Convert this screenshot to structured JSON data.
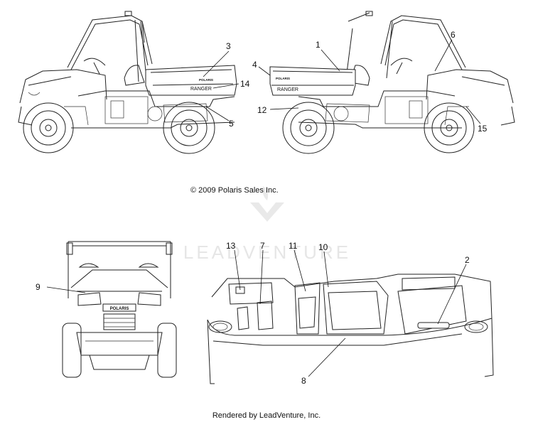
{
  "copyright": "© 2009 Polaris Sales Inc.",
  "footer": "Rendered by LeadVenture, Inc.",
  "watermark": {
    "text": "LEADVENTURE",
    "color": "#e6e6e6"
  },
  "decal_text": {
    "bed_left_brand": "POLARIS",
    "bed_left_model": "RANGER",
    "bed_right_brand": "POLARIS",
    "bed_right_model": "RANGER",
    "front_grille": "POLARIS"
  },
  "callouts": {
    "c1": "1",
    "c2": "2",
    "c3": "3",
    "c4": "4",
    "c5": "5",
    "c6": "6",
    "c7": "7",
    "c8": "8",
    "c9": "9",
    "c10": "10",
    "c11": "11",
    "c12": "12",
    "c13": "13",
    "c14": "14",
    "c15": "15"
  }
}
